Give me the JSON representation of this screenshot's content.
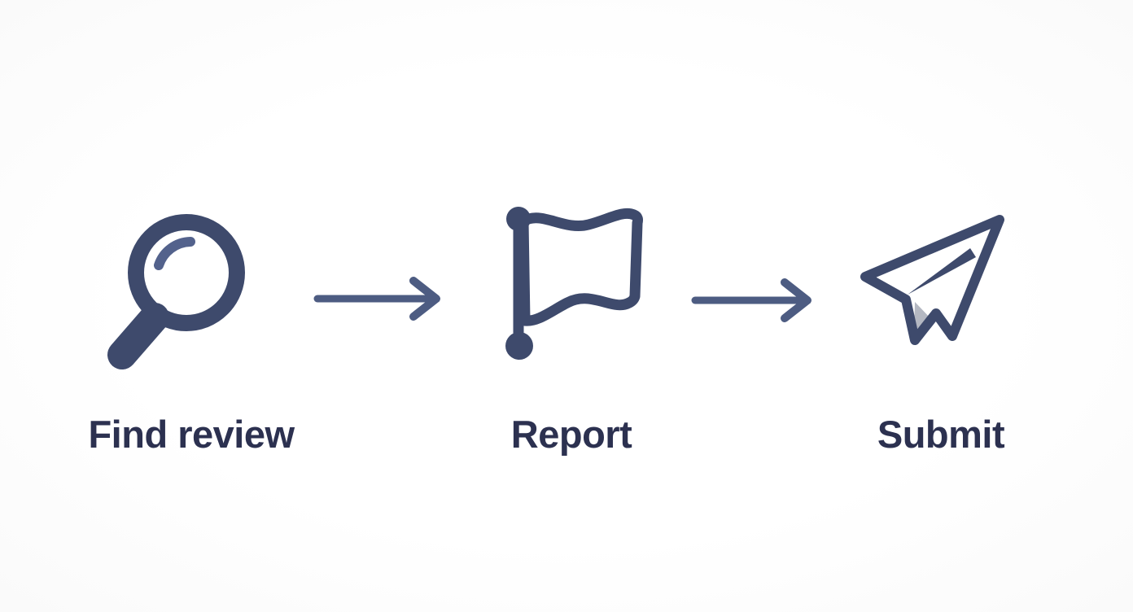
{
  "colors": {
    "icon": "#3e4a6c",
    "icon-accent": "#53628c",
    "label": "#2c3150",
    "arrow": "#4d5c82",
    "plane-shade": "#b4b8c2",
    "background": "#fafafa"
  },
  "steps": [
    {
      "label": "Find review",
      "icon": "search-icon"
    },
    {
      "label": "Report",
      "icon": "flag-icon"
    },
    {
      "label": "Submit",
      "icon": "paper-plane-icon"
    }
  ],
  "connectors": [
    {
      "type": "arrow-right"
    },
    {
      "type": "arrow-right"
    }
  ]
}
